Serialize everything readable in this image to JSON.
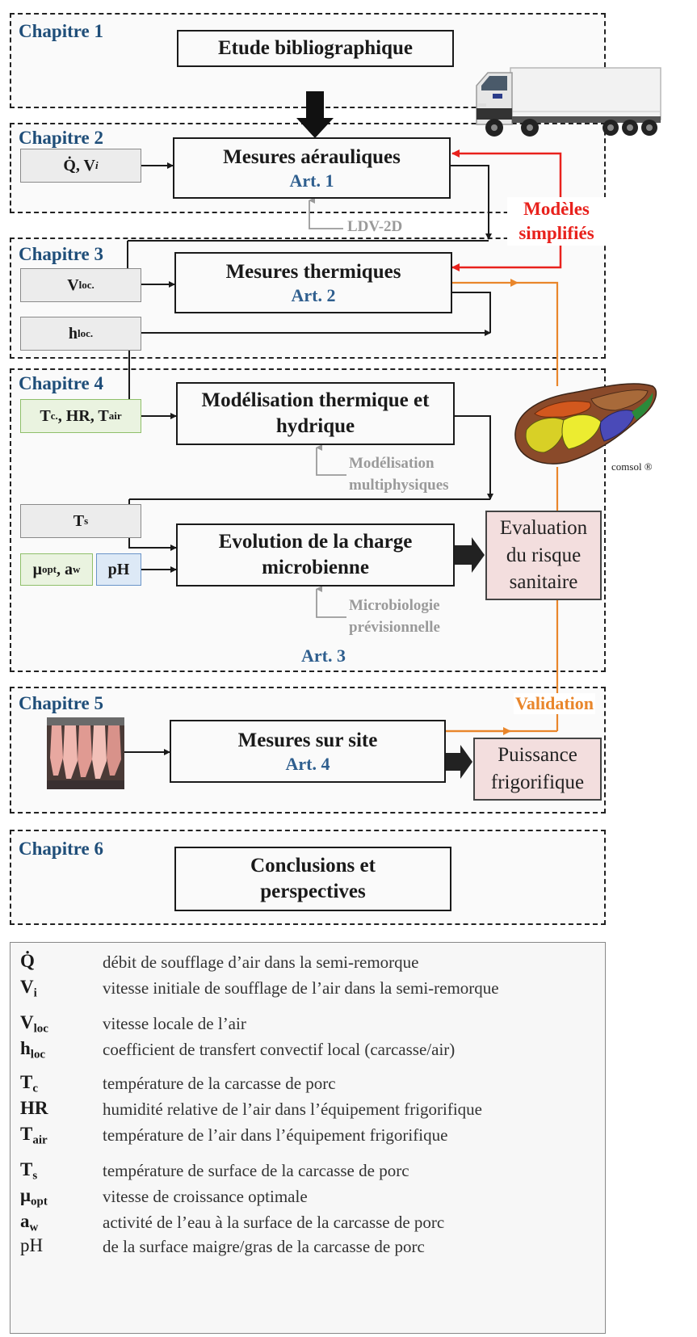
{
  "chapters": {
    "c1": "Chapitre 1",
    "c2": "Chapitre 2",
    "c3": "Chapitre 3",
    "c4": "Chapitre 4",
    "c5": "Chapitre 5",
    "c6": "Chapitre 6"
  },
  "boxes": {
    "etude": "Etude bibliographique",
    "aerauliques": "Mesures aérauliques",
    "art1": "Art. 1",
    "thermiques": "Mesures thermiques",
    "art2": "Art. 2",
    "modelisation_line1": "Modélisation thermique et",
    "modelisation_line2": "hydrique",
    "evolution_line1": "Evolution de la charge",
    "evolution_line2": "microbienne",
    "art3": "Art. 3",
    "site": "Mesures sur site",
    "art4": "Art. 4",
    "conclusions_line1": "Conclusions et",
    "conclusions_line2": "perspectives"
  },
  "inputs": {
    "q_v": "Q̇, V",
    "q_v_sub": "i",
    "vloc": "V",
    "vloc_sub": "loc.",
    "hloc": "h",
    "hloc_sub": "loc.",
    "tc": "T",
    "tc_sub": "c.",
    "hr": ", HR, T",
    "tair_sub": "air",
    "ts": "T",
    "ts_sub": "s",
    "mu": "μ",
    "mu_sub": "opt",
    "aw": ", a",
    "aw_sub": "w",
    "ph": "pH"
  },
  "notes": {
    "ldv": "LDV-2D",
    "modmulti_line1": "Modélisation",
    "modmulti_line2": "multiphysiques",
    "microbio_line1": "Microbiologie",
    "microbio_line2": "prévisionnelle",
    "modeles_line1": "Modèles",
    "modeles_line2": "simplifiés",
    "validation": "Validation",
    "comsol": "comsol ®"
  },
  "outputs": {
    "evaluation_line1": "Evaluation",
    "evaluation_line2": "du risque",
    "evaluation_line3": "sanitaire",
    "puissance_line1": "Puissance",
    "puissance_line2": "frigorifique"
  },
  "legend": [
    {
      "sym": "Q̇",
      "sub": "",
      "def": "débit de soufflage d’air dans la semi-remorque"
    },
    {
      "sym": "V",
      "sub": "i",
      "def": "vitesse initiale de soufflage de l’air dans la semi-remorque"
    },
    {
      "sym": "V",
      "sub": "loc",
      "def": "vitesse locale de l’air"
    },
    {
      "sym": "h",
      "sub": "loc",
      "def": "coefficient de transfert convectif local (carcasse/air)"
    },
    {
      "sym": "T",
      "sub": "c",
      "def": "température de la carcasse de porc"
    },
    {
      "sym": "HR",
      "sub": "",
      "def": "humidité relative de l’air dans l’équipement frigorifique"
    },
    {
      "sym": "T",
      "sub": "air",
      "def": "température de l’air dans l’équipement frigorifique"
    },
    {
      "sym": "T",
      "sub": "s",
      "def": "température de surface de la carcasse de porc"
    },
    {
      "sym": "μ",
      "sub": "opt",
      "def": "vitesse de croissance optimale"
    },
    {
      "sym": "a",
      "sub": "w",
      "def": "activité de l’eau à la surface de la carcasse de porc"
    },
    {
      "sym": "pH",
      "sub": "",
      "def": "de la surface maigre/gras de la carcasse de porc"
    }
  ],
  "colors": {
    "chapter_title": "#1f4e79",
    "article": "#2e5e8e",
    "red_arrow": "#e8211c",
    "orange_arrow": "#e9862b",
    "gray_note": "#9a9a9a",
    "output_fill": "#f3dede",
    "green_input": "#eaf3e0",
    "blue_input": "#dde9f6"
  },
  "icons": {
    "truck": "truck-illustration",
    "carcass_model": "carcass-3d-model",
    "carcasses_photo": "hanging-carcasses-photo"
  }
}
